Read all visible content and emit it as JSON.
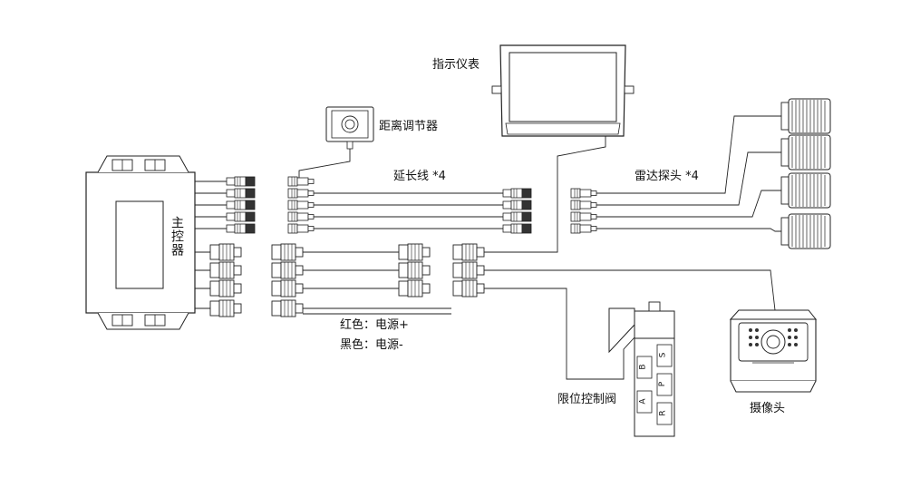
{
  "labels": {
    "main_controller": "主控器",
    "display": "指示仪表",
    "distance_adjuster": "距离调节器",
    "extension_cable": "延长线 *4",
    "radar_probe": "雷达探头 *4",
    "power_red": "红色：电源+",
    "power_black": "黑色：电源-",
    "limit_valve": "限位控制阀",
    "camera": "摄像头"
  },
  "valve_buttons": [
    "A",
    "B",
    "P",
    "R",
    "S"
  ],
  "colors": {
    "line": "#222222",
    "fill": "#ffffff",
    "dark": "#333333"
  }
}
